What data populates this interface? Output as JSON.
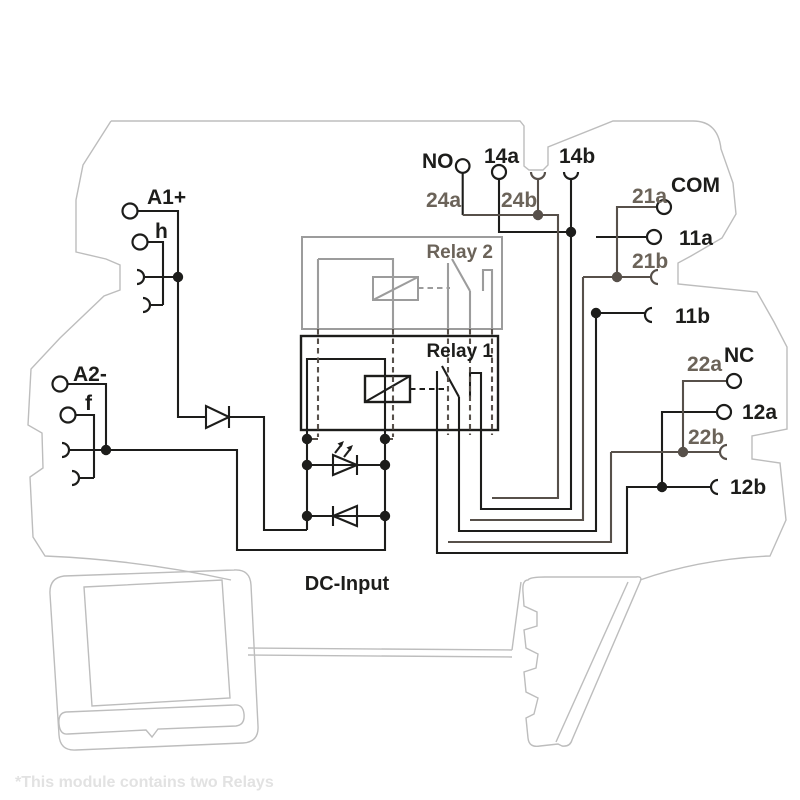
{
  "labels": {
    "no": "NO",
    "t14a": "14a",
    "t14b": "14b",
    "t24a": "24a",
    "t24b": "24b",
    "com": "COM",
    "t21a": "21a",
    "t11a": "11a",
    "t21b": "21b",
    "t11b": "11b",
    "nc": "NC",
    "t22a": "22a",
    "t12a": "12a",
    "t22b": "22b",
    "t12b": "12b",
    "a1plus": "A1+",
    "h": "h",
    "a2minus": "A2-",
    "f": "f",
    "relay1": "Relay 1",
    "relay2": "Relay 2",
    "dc_input": "DC-Input",
    "footnote": "*This module contains two Relays"
  },
  "colors": {
    "black_wire": "#1d1d1b",
    "relay2_wire": "#57504a",
    "gray_label": "#6b6359",
    "module_outline": "#bdbdbd",
    "relay2_box": "#9c9c9c",
    "footnote_text": "#e2e2e2"
  }
}
